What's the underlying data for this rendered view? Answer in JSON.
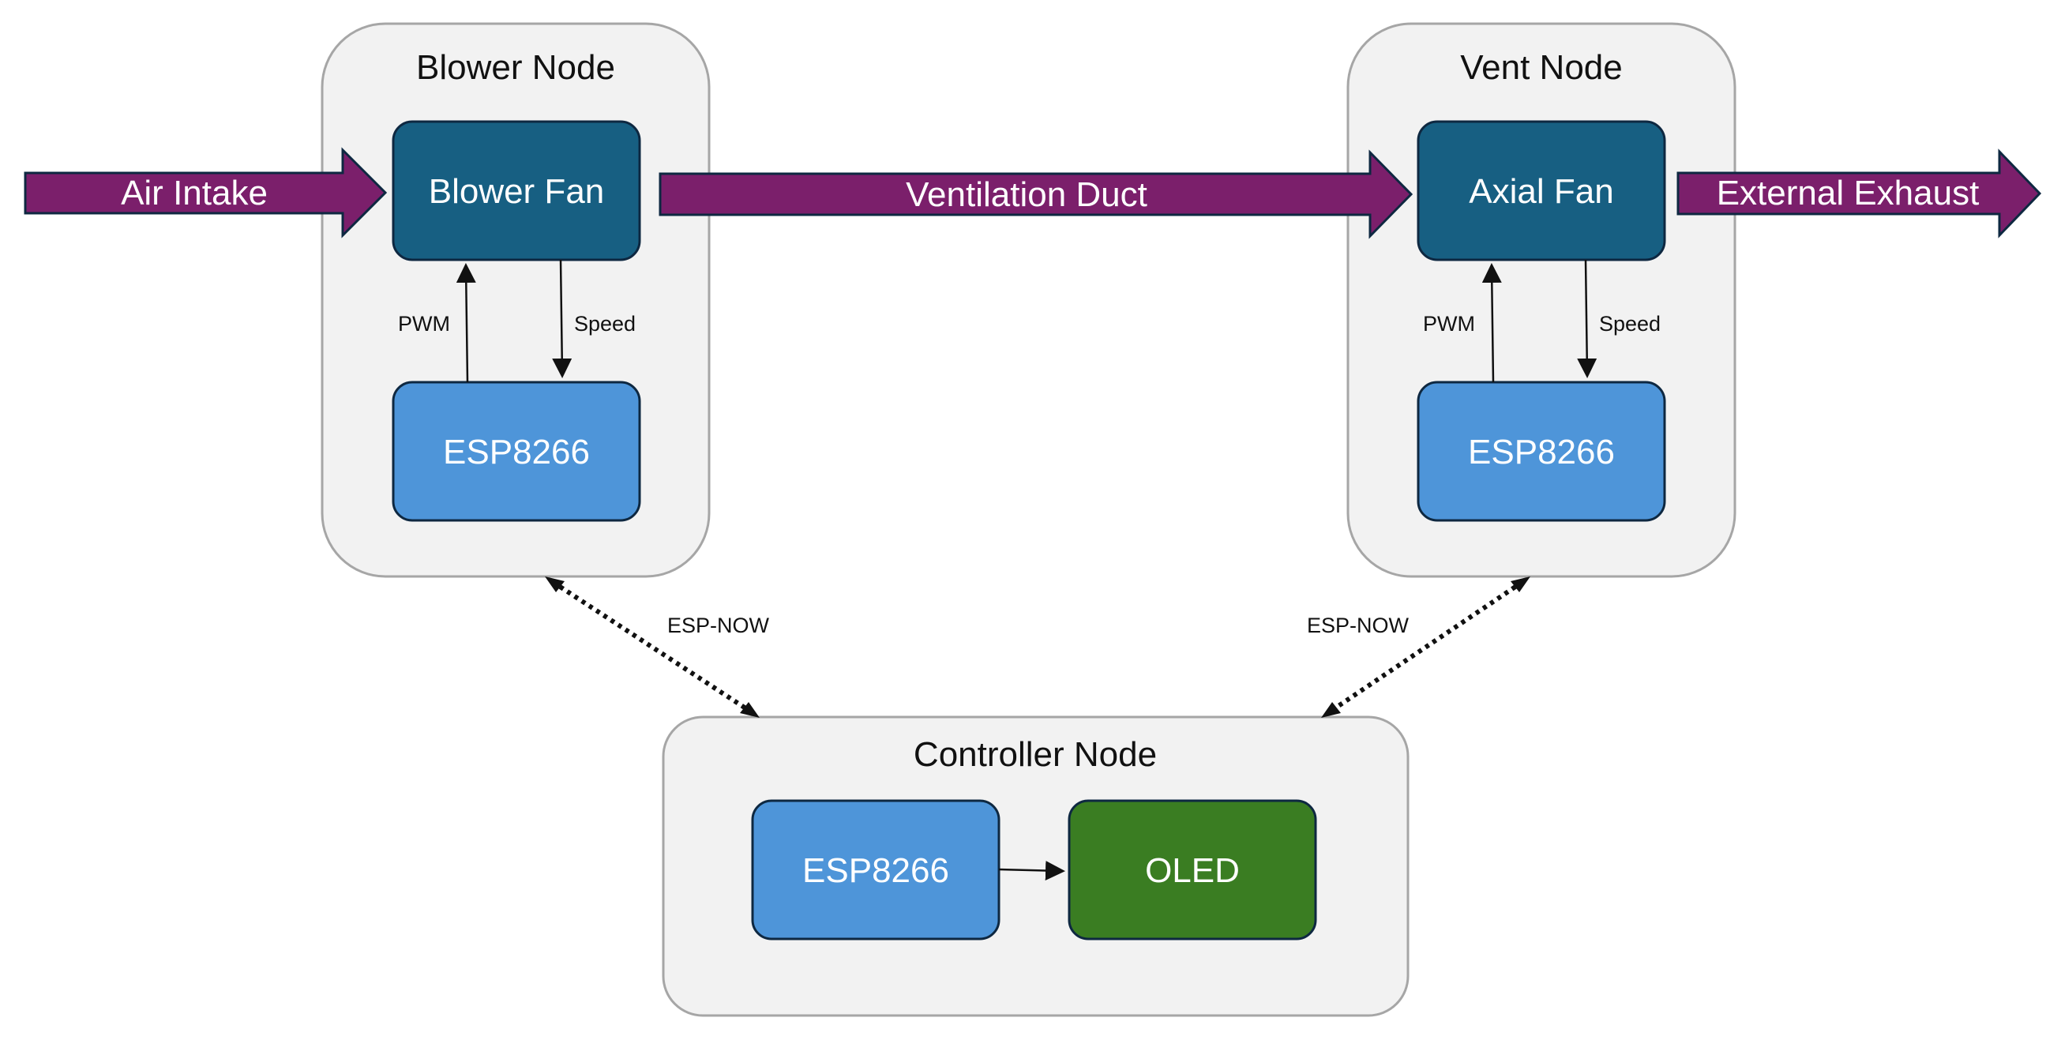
{
  "groups": {
    "blower": {
      "title": "Blower Node"
    },
    "vent": {
      "title": "Vent Node"
    },
    "controller": {
      "title": "Controller Node"
    }
  },
  "components": {
    "blower_fan": {
      "label": "Blower Fan"
    },
    "blower_esp": {
      "label": "ESP8266"
    },
    "axial_fan": {
      "label": "Axial Fan"
    },
    "vent_esp": {
      "label": "ESP8266"
    },
    "controller_esp": {
      "label": "ESP8266"
    },
    "oled": {
      "label": "OLED"
    }
  },
  "flows": {
    "air_intake": "Air Intake",
    "ventilation_duct": "Ventilation Duct",
    "external_exhaust": "External Exhaust"
  },
  "signals": {
    "blower_pwm": "PWM",
    "blower_speed": "Speed",
    "vent_pwm": "PWM",
    "vent_speed": "Speed",
    "espnow_left": "ESP-NOW",
    "espnow_right": "ESP-NOW"
  },
  "colors": {
    "group_fill": "#f2f2f2",
    "group_stroke": "#a6a6a6",
    "fan_fill": "#175f82",
    "esp_fill": "#4e95d9",
    "oled_fill": "#3a7d22",
    "flow_arrow_fill": "#7b1f6b",
    "box_stroke": "#0e2841"
  }
}
